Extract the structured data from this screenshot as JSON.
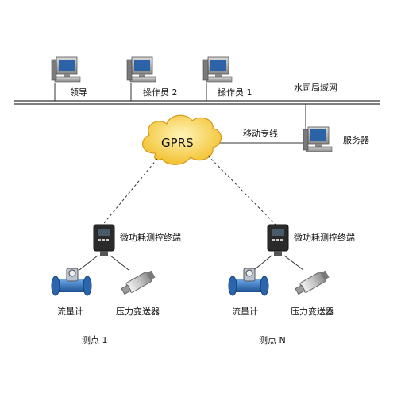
{
  "network": {
    "lan_label": "水司局域网",
    "cloud_label": "GPRS",
    "link_label": "移动专线",
    "server_label": "服务器"
  },
  "clients": [
    {
      "label": "领导"
    },
    {
      "label": "操作员 2"
    },
    {
      "label": "操作员 1"
    }
  ],
  "sites": [
    {
      "terminal_label": "微功耗测控终端",
      "flowmeter_label": "流量计",
      "transmitter_label": "压力变送器",
      "site_label": "测点 1"
    },
    {
      "terminal_label": "微功耗测控终端",
      "flowmeter_label": "流量计",
      "transmitter_label": "压力变送器",
      "site_label": "测点 N"
    }
  ],
  "colors": {
    "line": "#333333",
    "cloud_fill": "#f6d24a",
    "cloud_stroke": "#d79a1c",
    "monitor": "#9a9a9a",
    "screen": "#2c62a8",
    "flowmeter": "#2f6fb6",
    "terminal": "#2a2a2a"
  }
}
